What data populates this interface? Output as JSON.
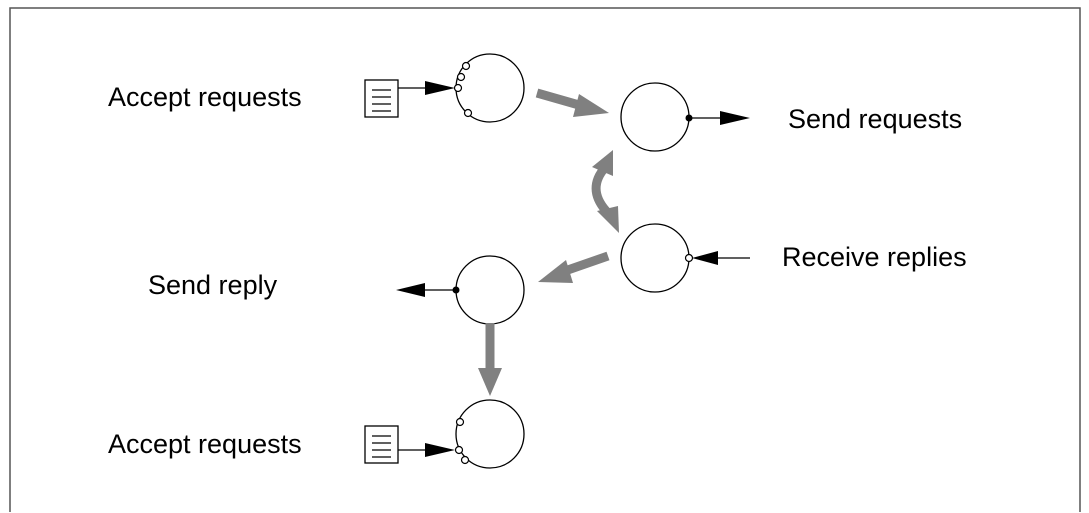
{
  "labels": {
    "accept_requests_top": "Accept requests",
    "send_requests": "Send requests",
    "receive_replies": "Receive replies",
    "send_reply": "Send reply",
    "accept_requests_bottom": "Accept requests"
  },
  "colors": {
    "background": "#ffffff",
    "stroke": "#000000",
    "flow_arrow": "#808080",
    "frame": "#555555"
  },
  "icons": {
    "request_queue": "document-lines-icon",
    "process_state": "circle-icon",
    "input_port": "hollow-dot-icon",
    "output_port": "filled-dot-icon"
  }
}
